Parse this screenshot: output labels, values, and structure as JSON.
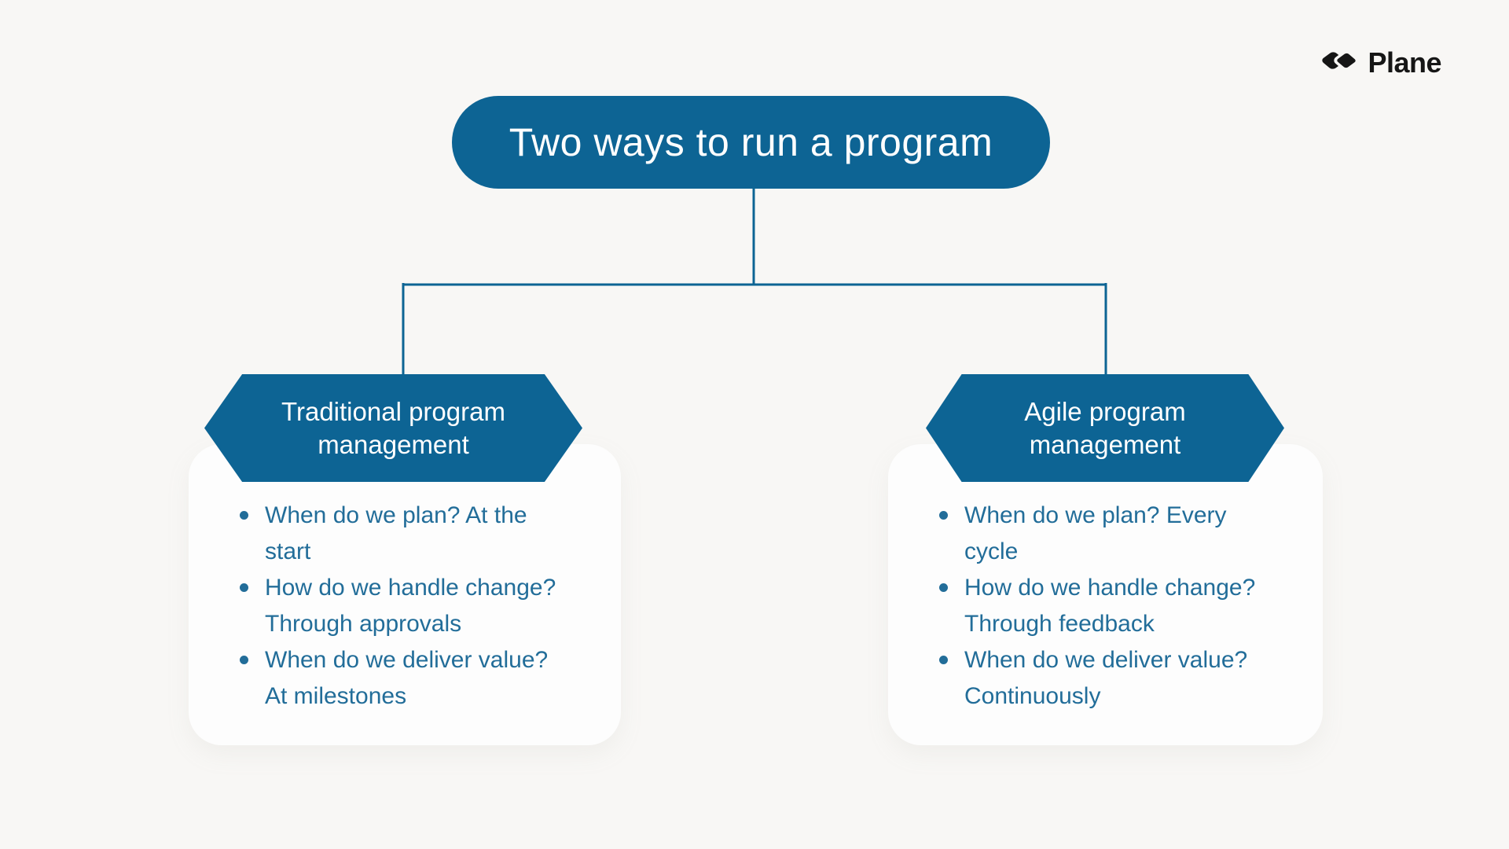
{
  "brand": {
    "name": "Plane"
  },
  "diagram": {
    "root": {
      "label": "Two ways to run a program"
    },
    "branches": [
      {
        "title": "Traditional program management",
        "title_lines": "Traditional program\nmanagement",
        "bullets": [
          "When do we plan? At the\nstart",
          "How do we handle change?\nThrough approvals",
          "When do we deliver value?\nAt milestones"
        ]
      },
      {
        "title": "Agile program management",
        "title_lines": "Agile program\nmanagement",
        "bullets": [
          "When do we plan? Every\ncycle",
          "How do we handle change?\nThrough feedback",
          "When do we deliver value?\nContinuously"
        ]
      }
    ]
  },
  "colors": {
    "accent": "#0d6494",
    "textBlue": "#226d99",
    "bg": "#f8f7f5",
    "card": "#fdfdfd",
    "ink": "#161616"
  }
}
